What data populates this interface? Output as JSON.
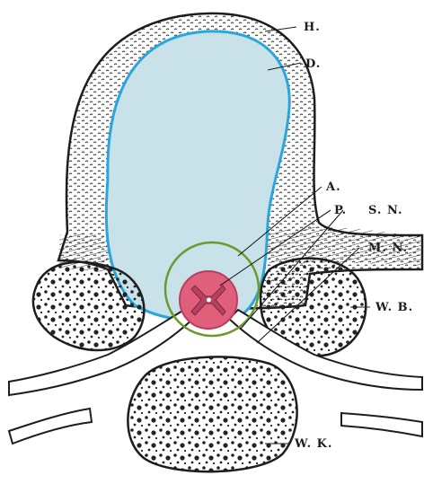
{
  "labels": {
    "H": "H.",
    "D": "D.",
    "A": "A.",
    "P": "P.",
    "SN": "S. N.",
    "MN": "M. N.",
    "WB": "W. B.",
    "WK": "W. K."
  },
  "colors": {
    "background": "#ffffff",
    "ink": "#1d1d1d",
    "csf_fill": "#c9e2ea",
    "dura_line": "#2aa6dc",
    "arachnoid": "#6a9a2e",
    "pia_cord": "#e0607c",
    "grey_matter": "#b8405e"
  }
}
